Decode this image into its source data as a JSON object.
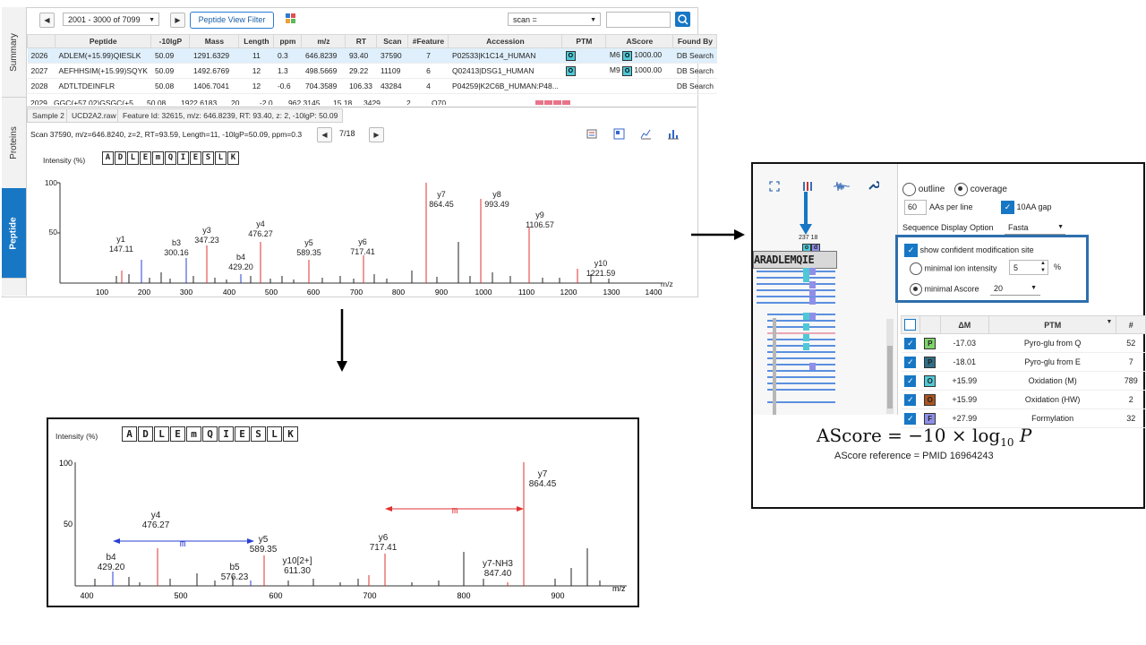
{
  "side_tabs": [
    "Summary",
    "Proteins",
    "Peptide"
  ],
  "toolbar": {
    "range": "2001 - 3000 of 7099",
    "filter_button": "Peptide View Filter",
    "scan_select": "scan ="
  },
  "peptide_table": {
    "headers": [
      "",
      "Peptide",
      "-10lgP",
      "Mass",
      "Length",
      "ppm",
      "m/z",
      "RT",
      "Scan",
      "#Feature",
      "Accession",
      "PTM",
      "AScore",
      "Found By"
    ],
    "rows": [
      {
        "n": "2026",
        "peptide": "ADLEM(+15.99)QIESLK",
        "lgp": "50.09",
        "mass": "1291.6329",
        "len": "11",
        "ppm": "0.3",
        "mz": "646.8239",
        "rt": "93.40",
        "scan": "37590",
        "feat": "7",
        "acc": "P02533|K1C14_HUMAN",
        "ptm": "O",
        "ascore_pre": "M6",
        "ascore_val": "1000.00",
        "found": "DB Search"
      },
      {
        "n": "2027",
        "peptide": "AEFHHSIM(+15.99)SQYK",
        "lgp": "50.09",
        "mass": "1492.6769",
        "len": "12",
        "ppm": "1.3",
        "mz": "498.5669",
        "rt": "29.22",
        "scan": "11109",
        "feat": "6",
        "acc": "Q02413|DSG1_HUMAN",
        "ptm": "O",
        "ascore_pre": "M9",
        "ascore_val": "1000.00",
        "found": "DB Search"
      },
      {
        "n": "2028",
        "peptide": "ADTLTDEINFLR",
        "lgp": "50.08",
        "mass": "1406.7041",
        "len": "12",
        "ppm": "-0.6",
        "mz": "704.3589",
        "rt": "106.33",
        "scan": "43284",
        "feat": "4",
        "acc": "P04259|K2C6B_HUMAN:P48...",
        "ptm": "",
        "ascore_pre": "",
        "ascore_val": "",
        "found": "DB Search"
      },
      {
        "n": "2029",
        "peptide": "GGC(+57.02)GSGC(+5...",
        "lgp": "50.08",
        "mass": "1922.6183",
        "len": "20",
        "ppm": "-2.0",
        "mz": "962.3145",
        "rt": "15.18",
        "scan": "3429",
        "feat": "2",
        "acc": "O70...",
        "ptm": "",
        "ascore_pre": "",
        "ascore_val": "",
        "found": "DB Search"
      }
    ]
  },
  "breadcrumb": [
    "Sample 2",
    "UCD2A2.raw",
    "Feature Id: 32615, m/z: 646.8239, RT: 93.40, z: 2, -10lgP: 50.09"
  ],
  "scan_info": "Scan 37590, m/z=646.8240, z=2, RT=93.59, Length=11, -10lgP=50.09, ppm=0.3",
  "scan_page": "7/18",
  "spectrum": {
    "ylabel": "Intensity (%)",
    "sequence": [
      "A",
      "D",
      "L",
      "E",
      "m",
      "Q",
      "I",
      "E",
      "S",
      "L",
      "K"
    ],
    "yticks": [
      "100",
      "50"
    ],
    "xticks": [
      "100",
      "200",
      "300",
      "400",
      "500",
      "600",
      "700",
      "800",
      "900",
      "1000",
      "1100",
      "1200",
      "1300",
      "1400"
    ],
    "xunit": "m/z",
    "ion_labels": [
      {
        "name": "y1",
        "mz": "147.11"
      },
      {
        "name": "b3",
        "mz": "300.16"
      },
      {
        "name": "y3",
        "mz": "347.23"
      },
      {
        "name": "b4",
        "mz": "429.20"
      },
      {
        "name": "y4",
        "mz": "476.27"
      },
      {
        "name": "y5",
        "mz": "589.35"
      },
      {
        "name": "y6",
        "mz": "717.41"
      },
      {
        "name": "y7",
        "mz": "864.45"
      },
      {
        "name": "y8",
        "mz": "993.49"
      },
      {
        "name": "y9",
        "mz": "1106.57"
      },
      {
        "name": "y10",
        "mz": "1221.59"
      }
    ]
  },
  "zoom": {
    "ylabel": "Intensity (%)",
    "yticks": [
      "100",
      "50"
    ],
    "xticks": [
      "400",
      "500",
      "600",
      "700",
      "800",
      "900"
    ],
    "xunit": "m/z",
    "mod_label": "m",
    "ion_labels": [
      {
        "name": "y4",
        "mz": "476.27"
      },
      {
        "name": "b4",
        "mz": "429.20"
      },
      {
        "name": "b5",
        "mz": "576.23"
      },
      {
        "name": "y5",
        "mz": "589.35"
      },
      {
        "name": "y10[2+]",
        "mz": "611.30"
      },
      {
        "name": "y6",
        "mz": "717.41"
      },
      {
        "name": "y7-NH3",
        "mz": "847.40"
      },
      {
        "name": "y7",
        "mz": "864.45"
      }
    ]
  },
  "coverage": {
    "outline_label": "outline",
    "coverage_label": "coverage",
    "aa_per_line_value": "60",
    "aa_per_line_label": "AAs per line",
    "gap_label": "10AA gap",
    "seq_display_label": "Sequence Display Option",
    "seq_display_value": "Fasta",
    "show_confident_label": "show confident modification site",
    "min_ion_label": "minimal ion intensity",
    "min_ion_value": "5",
    "min_ion_unit": "%",
    "min_ascore_label": "minimal Ascore",
    "min_ascore_value": "20",
    "seq_strip": "ARADLEMQIE",
    "pos_label": "237 18",
    "mark_o": "o",
    "mark_d": "d"
  },
  "ptm_table": {
    "headers": [
      "ΔM",
      "PTM",
      "#"
    ],
    "rows": [
      {
        "code": "P",
        "color": "#7fd36b",
        "dm": "-17.03",
        "name": "Pyro-glu from Q",
        "count": "52"
      },
      {
        "code": "P",
        "color": "#2f6f86",
        "dm": "-18.01",
        "name": "Pyro-glu from E",
        "count": "7"
      },
      {
        "code": "O",
        "color": "#4fc8d6",
        "dm": "+15.99",
        "name": "Oxidation (M)",
        "count": "789"
      },
      {
        "code": "O",
        "color": "#a9541f",
        "dm": "+15.99",
        "name": "Oxidation (HW)",
        "count": "2"
      },
      {
        "code": "F",
        "color": "#8f8fe8",
        "dm": "+27.99",
        "name": "Formylation",
        "count": "32"
      }
    ]
  },
  "ascore": {
    "formula_lhs": "AScore",
    "formula_rhs": "= −10 × log",
    "formula_sub": "10",
    "formula_p": "P",
    "reference": "AScore reference = PMID 16964243"
  }
}
